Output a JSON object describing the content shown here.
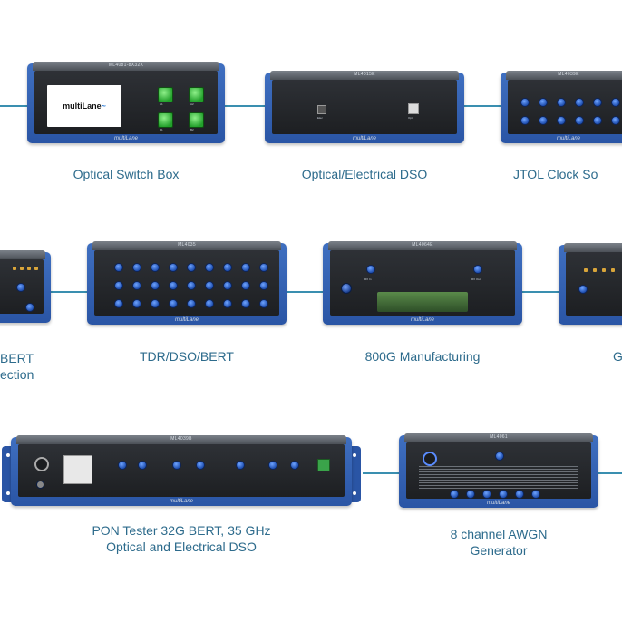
{
  "colors": {
    "chassis": "#2a55a5",
    "panel": "#1d1f22",
    "connector": "#1f4fb0",
    "caption": "#2d6b8c",
    "link": "#3a8fb0",
    "button": "#22a02b"
  },
  "devices": [
    {
      "caption": "Optical Switch Box",
      "model": "ML4081-8X32X",
      "brand": "multiLane",
      "screen_logo": "multiLane",
      "button_labels": [
        "A1",
        "A2",
        "B1",
        "B2"
      ]
    },
    {
      "caption": "Optical/Electrical DSO",
      "model": "ML4015E",
      "brand": "multiLane",
      "port_labels": [
        "Elec",
        "Opt"
      ]
    },
    {
      "caption": "JTOL Clock So",
      "model": "ML4039E",
      "brand": "multiLane"
    },
    {
      "caption_line1": "BERT",
      "caption_line2": "ection"
    },
    {
      "caption": "TDR/DSO/BERT",
      "model": "ML4035",
      "brand": "multiLane"
    },
    {
      "caption": "800G Manufacturing",
      "model": "ML4064E",
      "brand": "multiLane",
      "port_labels": [
        "RX In",
        "RX Out"
      ]
    },
    {
      "caption": "G"
    },
    {
      "caption_line1": "PON Tester 32G BERT, 35 GHz",
      "caption_line2": "Optical and Electrical DSO",
      "model": "ML4039B",
      "brand": "multiLane"
    },
    {
      "caption_line1": "8 channel AWGN",
      "caption_line2": "Generator",
      "model": "ML4061",
      "brand": "multiLane"
    }
  ],
  "icons": [
    "chassis",
    "connector",
    "green-button",
    "rack-bracket"
  ]
}
